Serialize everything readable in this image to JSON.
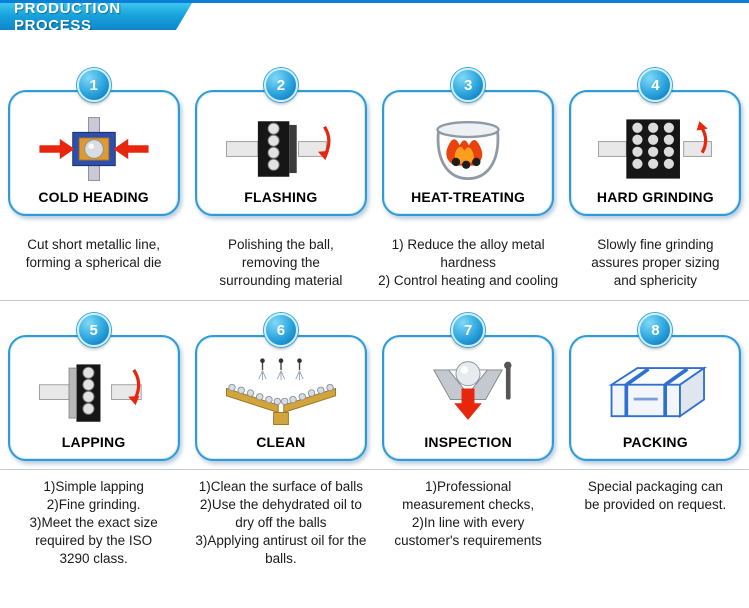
{
  "header": {
    "title": "PRODUCTION PROCESS"
  },
  "steps": [
    {
      "number": "1",
      "title": "COLD HEADING",
      "description": "Cut short metallic line,\nforming a spherical die"
    },
    {
      "number": "2",
      "title": "FLASHING",
      "description": "Polishing the ball,\nremoving the\nsurrounding material"
    },
    {
      "number": "3",
      "title": "HEAT-TREATING",
      "description": "1) Reduce the alloy metal\nhardness\n2) Control heating and cooling"
    },
    {
      "number": "4",
      "title": "HARD GRINDING",
      "description": "Slowly fine grinding\nassures proper sizing\nand sphericity"
    },
    {
      "number": "5",
      "title": "LAPPING",
      "description": "1)Simple lapping\n2)Fine grinding.\n3)Meet the exact size\nrequired by the ISO\n3290 class."
    },
    {
      "number": "6",
      "title": "CLEAN",
      "description": "1)Clean the surface of balls\n2)Use the dehydrated oil to\ndry off the balls\n3)Applying antirust oil for the\nballs."
    },
    {
      "number": "7",
      "title": "INSPECTION",
      "description": "1)Professional\nmeasurement checks,\n2)In line with every\ncustomer's requirements"
    },
    {
      "number": "8",
      "title": "PACKING",
      "description": "Special packaging can\nbe provided on request."
    }
  ],
  "colors": {
    "banner_top": "#3cc6ef",
    "banner_bottom": "#0e86c9",
    "top_rule": "#0b7ed8",
    "card_border": "#2f9ad6",
    "badge_blue": "#0b6db4",
    "arrow_red": "#e8260e",
    "divider_gray": "#c9c9c9"
  }
}
